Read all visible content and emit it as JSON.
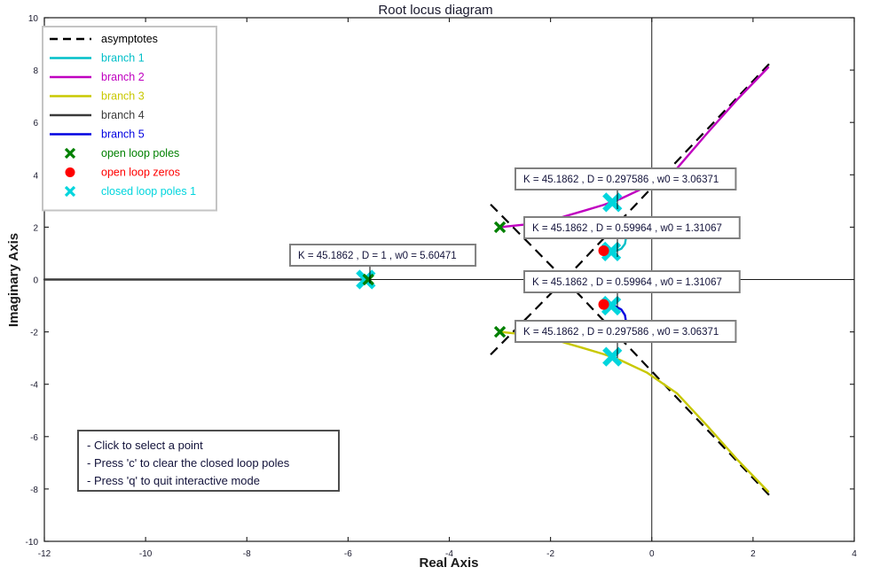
{
  "chart_data": {
    "type": "line",
    "title": "Root locus diagram",
    "xlabel": "Real Axis",
    "ylabel": "Imaginary Axis",
    "xlim": [
      -12,
      4
    ],
    "ylim": [
      -10,
      10
    ],
    "xticks": [
      -12,
      -10,
      -8,
      -6,
      -4,
      -2,
      0,
      2,
      4
    ],
    "yticks": [
      -10,
      -8,
      -6,
      -4,
      -2,
      0,
      2,
      4,
      6,
      8,
      10
    ],
    "grid": false,
    "legend_position": "upper left",
    "legend_entries": [
      {
        "label": "asymptotes",
        "color": "#000000",
        "style": "dashed",
        "marker": "none"
      },
      {
        "label": "branch  1",
        "color": "#00bfc8",
        "style": "solid",
        "marker": "none"
      },
      {
        "label": "branch  2",
        "color": "#c000c0",
        "style": "solid",
        "marker": "none"
      },
      {
        "label": "branch  3",
        "color": "#c8c800",
        "style": "solid",
        "marker": "none"
      },
      {
        "label": "branch  4",
        "color": "#3a3a3a",
        "style": "solid",
        "marker": "none"
      },
      {
        "label": "branch  5",
        "color": "#0000e0",
        "style": "solid",
        "marker": "none"
      },
      {
        "label": "open loop poles",
        "color": "#008000",
        "style": "none",
        "marker": "x"
      },
      {
        "label": "open loop zeros",
        "color": "#ff0000",
        "style": "none",
        "marker": "o"
      },
      {
        "label": "closed loop poles 1",
        "color": "#00d5dd",
        "style": "none",
        "marker": "x"
      }
    ],
    "open_loop_poles": [
      {
        "x": -3.0,
        "y": 2.0
      },
      {
        "x": -5.6,
        "y": 0.0
      },
      {
        "x": -3.0,
        "y": -2.0
      }
    ],
    "open_loop_zeros": [
      {
        "x": -0.95,
        "y": 1.1
      },
      {
        "x": -0.95,
        "y": -0.95
      }
    ],
    "closed_loop_poles": [
      {
        "x": -5.65,
        "y": 0.0
      },
      {
        "x": -0.78,
        "y": 2.95
      },
      {
        "x": -0.78,
        "y": -2.95
      },
      {
        "x": -0.8,
        "y": 1.07
      },
      {
        "x": -0.8,
        "y": -1.0
      }
    ],
    "series": [
      {
        "name": "branch  1",
        "color": "#00bfc8",
        "points": [
          [
            -0.84,
            1.05
          ],
          [
            -0.72,
            1.08
          ],
          [
            -0.6,
            1.18
          ],
          [
            -0.53,
            1.36
          ],
          [
            -0.51,
            1.58
          ],
          [
            -0.51,
            1.8
          ]
        ]
      },
      {
        "name": "branch  2",
        "color": "#c000c0",
        "points": [
          [
            -3.0,
            2.0
          ],
          [
            -2.4,
            2.12
          ],
          [
            -1.85,
            2.34
          ],
          [
            -1.35,
            2.62
          ],
          [
            -0.95,
            2.85
          ],
          [
            -0.62,
            3.08
          ],
          [
            -0.1,
            3.55
          ],
          [
            0.5,
            4.25
          ],
          [
            1.1,
            5.6
          ],
          [
            1.7,
            6.9
          ],
          [
            2.3,
            8.1
          ]
        ]
      },
      {
        "name": "branch  3",
        "color": "#c8c800",
        "points": [
          [
            -3.0,
            -2.0
          ],
          [
            -2.4,
            -2.12
          ],
          [
            -1.85,
            -2.34
          ],
          [
            -1.35,
            -2.62
          ],
          [
            -0.95,
            -2.85
          ],
          [
            -0.62,
            -3.08
          ],
          [
            -0.1,
            -3.55
          ],
          [
            0.5,
            -4.35
          ],
          [
            1.1,
            -5.6
          ],
          [
            1.7,
            -6.9
          ],
          [
            2.3,
            -8.1
          ]
        ]
      },
      {
        "name": "branch  4",
        "color": "#3a3a3a",
        "points": [
          [
            -12,
            0
          ],
          [
            -9,
            0
          ],
          [
            -7,
            0
          ],
          [
            -5.65,
            0
          ]
        ]
      },
      {
        "name": "branch  5",
        "color": "#0000e0",
        "points": [
          [
            -0.84,
            -0.98
          ],
          [
            -0.72,
            -1.02
          ],
          [
            -0.6,
            -1.15
          ],
          [
            -0.53,
            -1.36
          ],
          [
            -0.51,
            -1.6
          ],
          [
            -0.51,
            -1.82
          ]
        ]
      }
    ],
    "asymptotes": [
      {
        "points": [
          [
            -1.72,
            0.0
          ],
          [
            2.4,
            8.4
          ]
        ]
      },
      {
        "points": [
          [
            -1.72,
            0.0
          ],
          [
            2.4,
            -8.4
          ]
        ]
      },
      {
        "points": [
          [
            -1.72,
            0.0
          ],
          [
            -3.2,
            2.9
          ]
        ]
      },
      {
        "points": [
          [
            -1.72,
            0.0
          ],
          [
            -3.2,
            -2.9
          ]
        ]
      }
    ],
    "annotations": [
      {
        "id": "ann-1",
        "text": "K = 45.1862 , D = 0.297586 , w0 = 3.06371",
        "box_x": 581,
        "box_y": 190,
        "target_x": 696,
        "target_y": 236
      },
      {
        "id": "ann-2",
        "text": "K = 45.1862 , D = 0.59964 , w0 = 1.31067",
        "box_x": 591,
        "box_y": 245,
        "target_x": 696,
        "target_y": 290
      },
      {
        "id": "ann-3",
        "text": "K = 45.1862 , D = 1 , w0 = 5.60471",
        "box_x": 327,
        "box_y": 276,
        "target_x": 417,
        "target_y": 320
      },
      {
        "id": "ann-4",
        "text": "K = 45.1862 , D = 0.59964 , w0 = 1.31067",
        "box_x": 591,
        "box_y": 306,
        "target_x": 696,
        "target_y": 347
      },
      {
        "id": "ann-5",
        "text": "K = 45.1862 , D = 0.297586 , w0 = 3.06371",
        "box_x": 581,
        "box_y": 362,
        "target_x": 696,
        "target_y": 404
      }
    ],
    "help_box": {
      "lines": [
        "- Click to select a point",
        "- Press 'c' to clear the closed loop poles",
        "- Press 'q' to quit interactive mode"
      ]
    }
  }
}
